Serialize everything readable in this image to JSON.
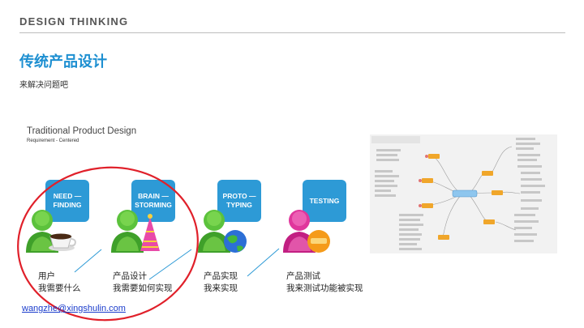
{
  "header": {
    "section": "DESIGN THINKING"
  },
  "slide": {
    "title": "传统产品设计",
    "subtitle": "来解决问题吧"
  },
  "diagram": {
    "title": "Traditional Product Design",
    "subtitle": "Requirement - Centered",
    "stages": [
      {
        "label_line1": "NEED —",
        "label_line2": "FINDING",
        "caption_line1": "用户",
        "caption_line2": "我需要什么"
      },
      {
        "label_line1": "BRAIN —",
        "label_line2": "STORMING",
        "caption_line1": "产品设计",
        "caption_line2": "我需要如何实现"
      },
      {
        "label_line1": "PROTO —",
        "label_line2": "TYPING",
        "caption_line1": "产品实现",
        "caption_line2": "我来实现"
      },
      {
        "label_line1": "TESTING",
        "label_line2": "",
        "caption_line1": "产品测试",
        "caption_line2": "我来测试功能被实现"
      }
    ]
  },
  "footer": {
    "email": "wangzhe@xingshulin.com"
  },
  "colors": {
    "accent": "#1d8fd1",
    "stage_box": "#2d9ad6",
    "circle": "#e0202a",
    "link": "#1a3ccc"
  }
}
